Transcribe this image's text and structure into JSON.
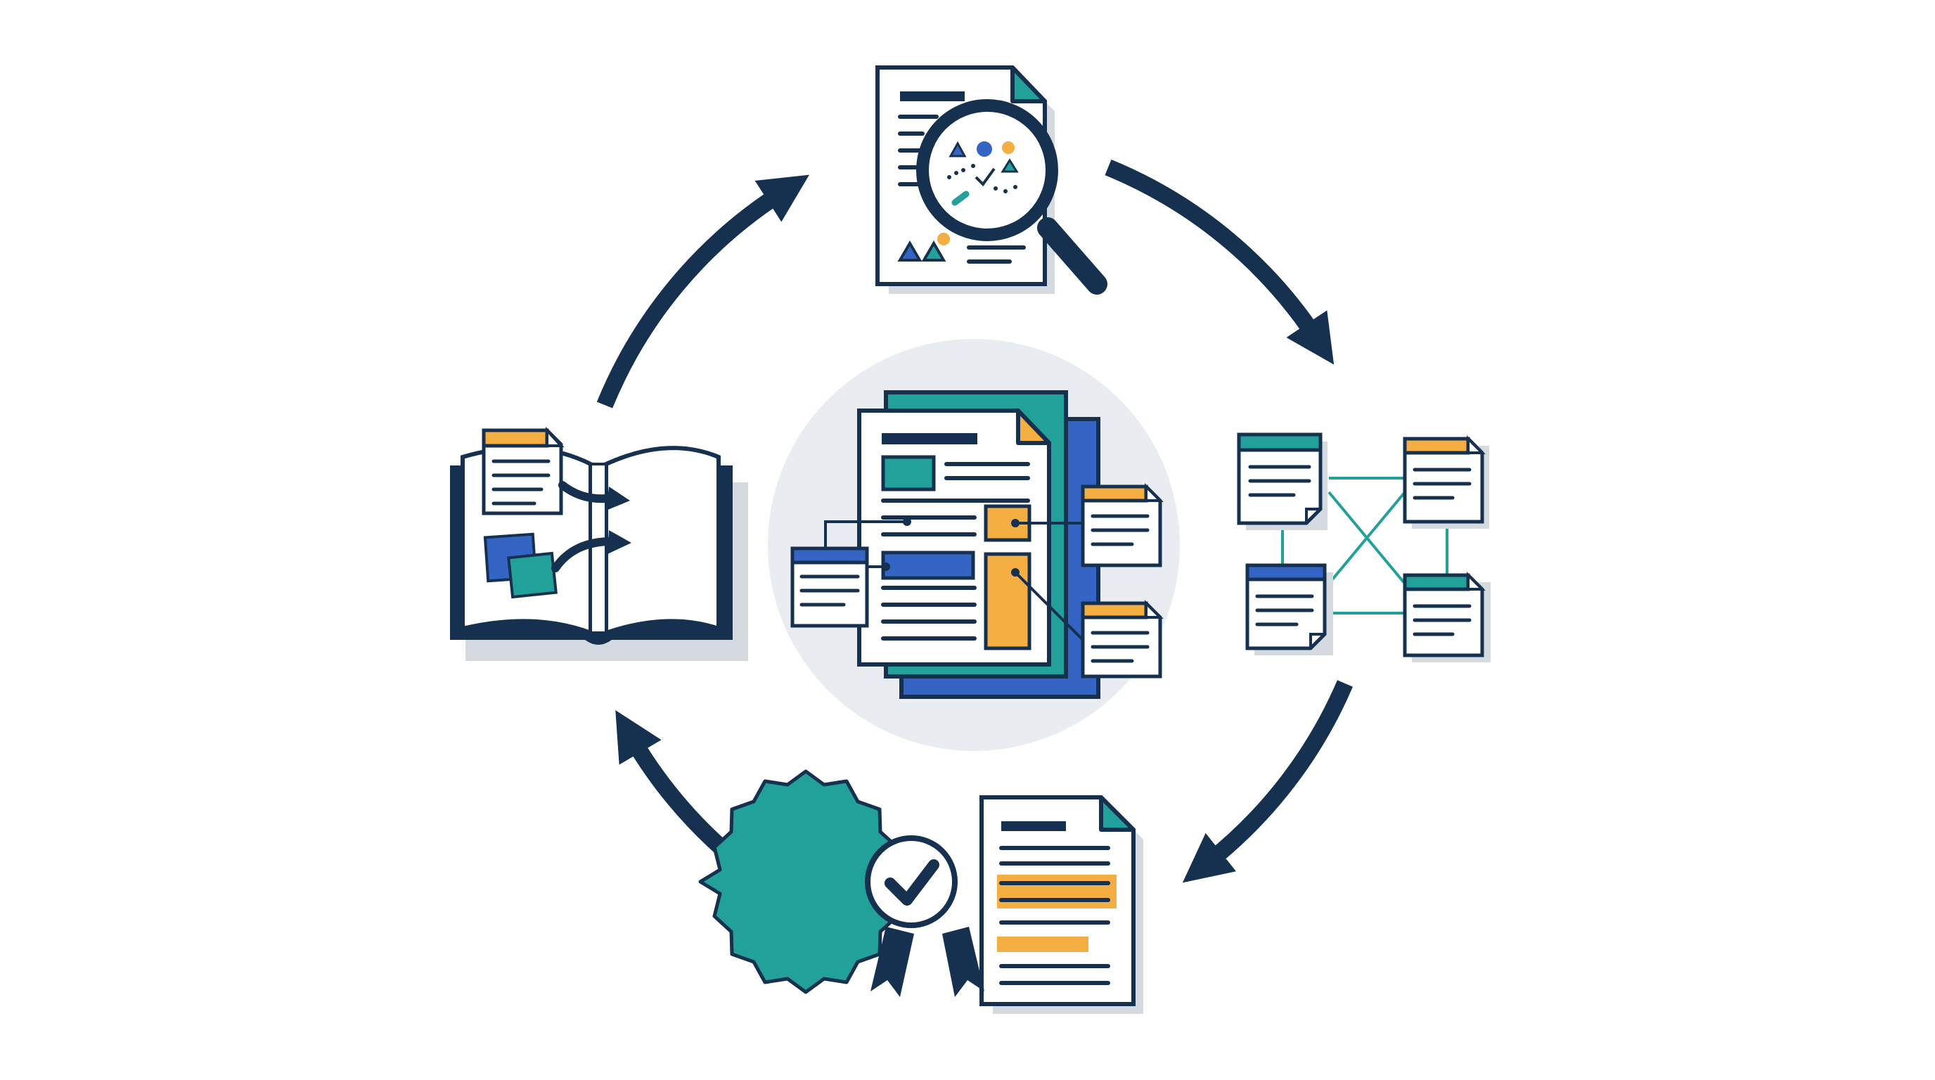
{
  "colors": {
    "navy": "#16304f",
    "teal": "#22a09a",
    "blue": "#3565c4",
    "orange": "#f4ae42",
    "background": "#ffffff",
    "center_circle": "#e9edf1",
    "shadow": "#d4dae0",
    "paper": "#ffffff"
  },
  "diagram": {
    "type": "cycle",
    "arrow_direction": "clockwise",
    "hub": {
      "icon": "central-document-stack-icon"
    },
    "stages": [
      {
        "position": "top",
        "icon": "document-magnifier-icon"
      },
      {
        "position": "right",
        "icon": "linked-cards-network-icon"
      },
      {
        "position": "bottom",
        "icon": "certificate-award-badge-icon"
      },
      {
        "position": "left",
        "icon": "open-book-with-notes-icon"
      }
    ]
  }
}
